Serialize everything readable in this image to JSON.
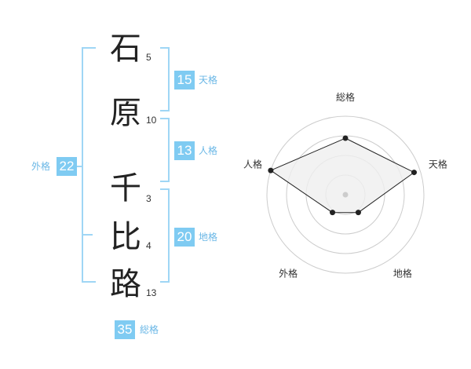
{
  "name_chars": [
    {
      "char": "石",
      "strokes": "5"
    },
    {
      "char": "原",
      "strokes": "10"
    },
    {
      "char": "千",
      "strokes": "3"
    },
    {
      "char": "比",
      "strokes": "4"
    },
    {
      "char": "路",
      "strokes": "13"
    }
  ],
  "kaku": {
    "tenkaku": {
      "value": "15",
      "label": "天格"
    },
    "jinkaku": {
      "value": "13",
      "label": "人格"
    },
    "chikaku": {
      "value": "20",
      "label": "地格"
    },
    "gaikaku": {
      "value": "22",
      "label": "外格"
    },
    "soukaku": {
      "value": "35",
      "label": "総格"
    }
  },
  "chart_data": {
    "type": "radar",
    "axes": [
      "総格",
      "天格",
      "地格",
      "外格",
      "人格"
    ],
    "values": [
      0.72,
      0.92,
      0.28,
      0.28,
      1.0
    ],
    "rings": 4,
    "colors": {
      "fill": "#efefef",
      "line": "#222222",
      "ring": "#cccccc"
    }
  },
  "colors": {
    "accent": "#7fcbf2",
    "bracket": "#9fd6f5",
    "label": "#6ab7e6"
  }
}
